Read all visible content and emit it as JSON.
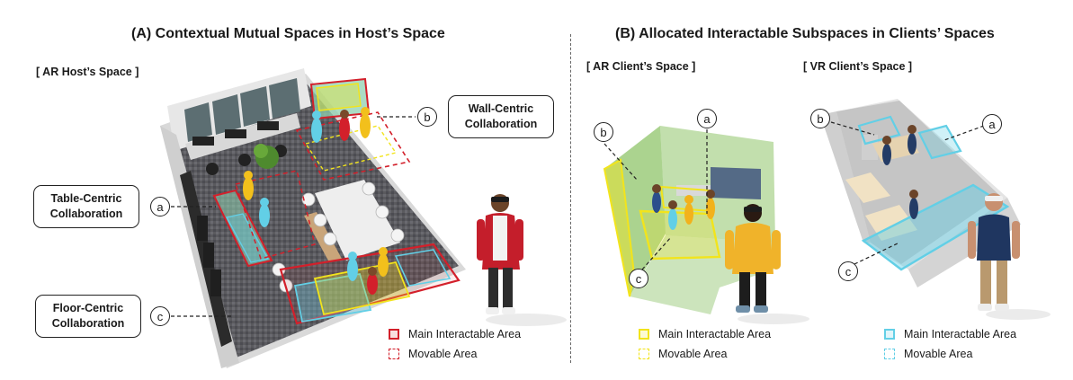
{
  "panel_a": {
    "title": "(A) Contextual Mutual Spaces in Host’s Space",
    "space_label": "[ AR Host’s Space ]",
    "callouts": {
      "wall": "Wall-Centric\nCollaboration",
      "table": "Table-Centric\nCollaboration",
      "floor": "Floor-Centric\nCollaboration"
    },
    "markers": {
      "a": "a",
      "b": "b",
      "c": "c"
    },
    "legend": {
      "main": "Main Interactable Area",
      "movable": "Movable Area",
      "color": "#d3202b"
    }
  },
  "panel_b": {
    "title": "(B) Allocated Interactable Subspaces in Clients’ Spaces",
    "ar_label": "[ AR Client’s Space ]",
    "vr_label": "[ VR Client’s Space ]",
    "markers": {
      "a": "a",
      "b": "b",
      "c": "c"
    },
    "ar_legend": {
      "main": "Main Interactable Area",
      "movable": "Movable Area",
      "color": "#f2e41c"
    },
    "vr_legend": {
      "main": "Main Interactable Area",
      "movable": "Movable Area",
      "color": "#62cfe6"
    }
  }
}
